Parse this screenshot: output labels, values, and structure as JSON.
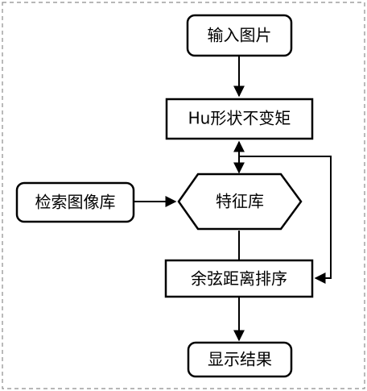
{
  "diagram": {
    "nodes": {
      "input": "输入图片",
      "hu": "Hu形状不变矩",
      "feature_db": "特征库",
      "retrieval_db": "检索图像库",
      "cosine": "余弦距离排序",
      "result": "显示结果"
    },
    "colors": {
      "stroke": "#000000",
      "fill": "#ffffff",
      "frame": "#8c8c8c",
      "text": "#000000"
    }
  }
}
